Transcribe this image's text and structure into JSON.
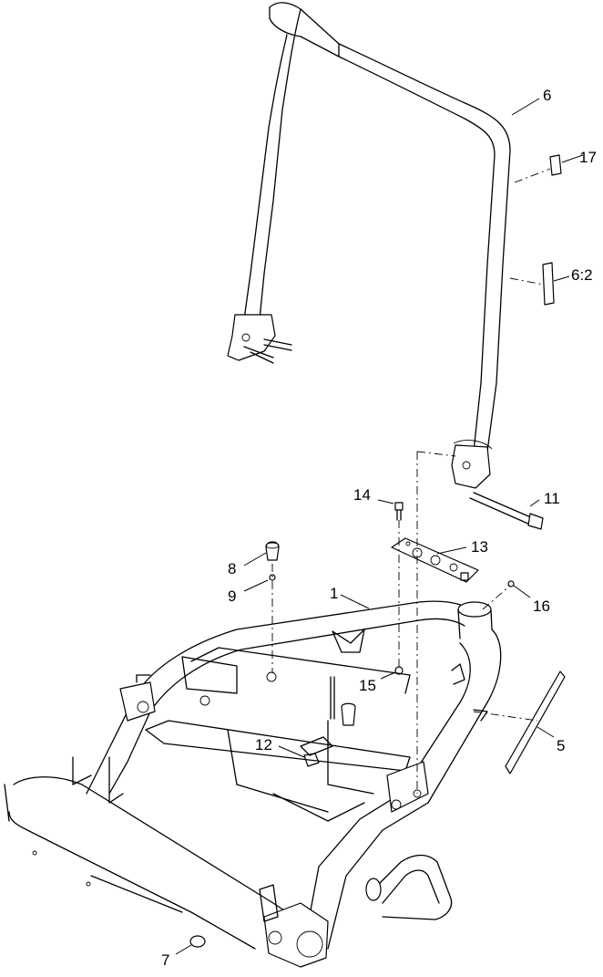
{
  "callouts": [
    {
      "id": "c6",
      "label": "6"
    },
    {
      "id": "c17",
      "label": "17"
    },
    {
      "id": "c62",
      "label": "6:2"
    },
    {
      "id": "c11",
      "label": "11"
    },
    {
      "id": "c14",
      "label": "14"
    },
    {
      "id": "c13",
      "label": "13"
    },
    {
      "id": "c8",
      "label": "8"
    },
    {
      "id": "c9",
      "label": "9"
    },
    {
      "id": "c1",
      "label": "1"
    },
    {
      "id": "c16",
      "label": "16"
    },
    {
      "id": "c15",
      "label": "15"
    },
    {
      "id": "c12",
      "label": "12"
    },
    {
      "id": "c5",
      "label": "5"
    },
    {
      "id": "c7",
      "label": "7"
    }
  ]
}
